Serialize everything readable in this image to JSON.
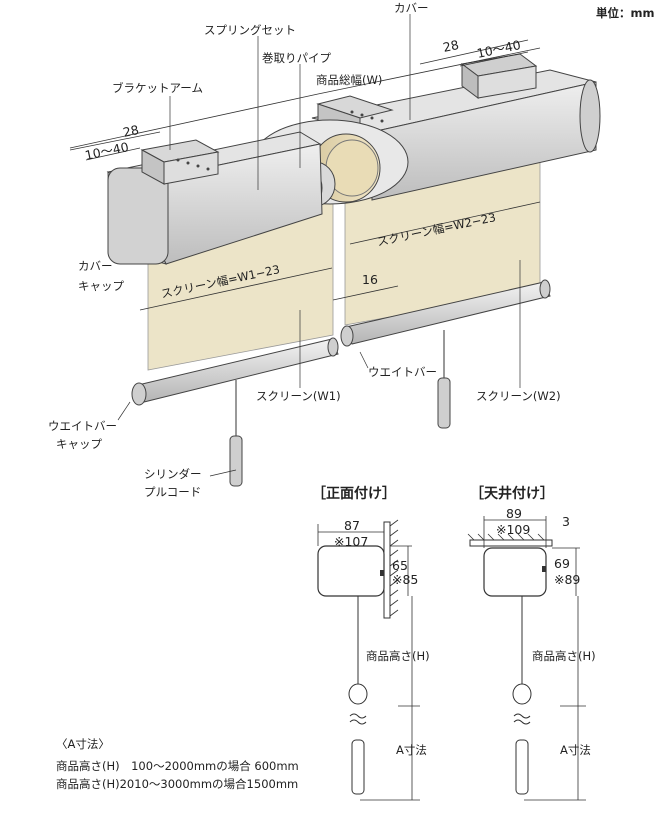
{
  "unit": "単位：mm",
  "labels": {
    "cover": "カバー",
    "spring_set": "スプリングセット",
    "winding_pipe": "巻取りパイプ",
    "total_width": "商品総幅(W)",
    "bracket_arm": "ブラケットアーム",
    "cover_cap_1": "カバー",
    "cover_cap_2": "キャップ",
    "screen_w1_width": "スクリーン幅=W1−23",
    "screen_w2_width": "スクリーン幅=W2−23",
    "weight_bar": "ウエイトバー",
    "screen_w1": "スクリーン(W1)",
    "screen_w2": "スクリーン(W2)",
    "weight_bar_cap_1": "ウエイトバー",
    "weight_bar_cap_2": "キャップ",
    "cylinder_cord_1": "シリンダー",
    "cylinder_cord_2": "プルコード"
  },
  "dims": {
    "left_28": "28",
    "left_range": "10～40",
    "right_28": "28",
    "right_range": "10～40",
    "gap_16": "16"
  },
  "front_mount": {
    "title": "［正面付け］",
    "width": "87",
    "width_alt": "※107",
    "height": "65",
    "height_alt": "※85",
    "product_height": "商品高さ(H)",
    "a_dim": "A寸法"
  },
  "ceiling_mount": {
    "title": "［天井付け］",
    "width": "89",
    "width_alt": "※109",
    "offset": "3",
    "height": "69",
    "height_alt": "※89",
    "product_height": "商品高さ(H)",
    "a_dim": "A寸法"
  },
  "a_note": {
    "title": "〈A寸法〉",
    "line1": "商品高さ(H)　100～2000mmの場合 600mm",
    "line2": "商品高さ(H)2010～3000mmの場合1500mm"
  },
  "colors": {
    "screen": "#ece4c8",
    "cover": "#d9d9d9",
    "cap": "#c9c9c9",
    "line": "#333333"
  }
}
